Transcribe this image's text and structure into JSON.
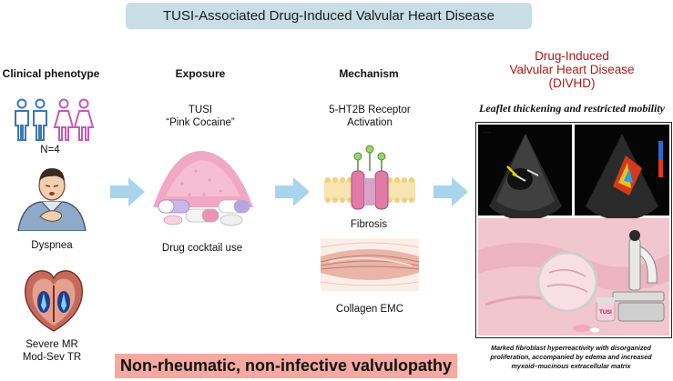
{
  "title": "TUSI-Associated Drug-Induced Valvular Heart Disease",
  "phenotype": {
    "heading": "Clinical phenotype",
    "count": "N=4",
    "symptom": "Dyspnea",
    "valve_line1": "Severe MR",
    "valve_line2": "Mod-Sev TR"
  },
  "exposure": {
    "heading": "Exposure",
    "drug_line1": "TUSI",
    "drug_line2": "“Pink Cocaine”",
    "use": "Drug cocktail use"
  },
  "mechanism": {
    "heading": "Mechanism",
    "receptor_line1": "5-HT2B Receptor",
    "receptor_line2": "Activation",
    "fibrosis": "Fibrosis",
    "collagen": "Collagen EMC"
  },
  "outcome": {
    "line1": "Drug-Induced",
    "line2": "Valvular Heart Disease",
    "line3": "(DIVHD)",
    "leaflet": "Leaflet thickening and restricted mobility",
    "caption_line1": "Marked fibroblast hyperreactivity with disorganized",
    "caption_line2": "proliferation, accompanied by edema and increased",
    "caption_line3": "myxoid–mucinous extracellular matrix",
    "jar_label": "TUSI"
  },
  "banner": "Non-rheumatic, non-infective valvulopathy",
  "colors": {
    "title_bg": "#c8dde6",
    "arrow": "#a8d4ee",
    "divhd_red": "#b01818",
    "banner_bg": "#f5a9a0",
    "male_icon": "#3b78b8",
    "female_icon": "#c45ab8"
  }
}
